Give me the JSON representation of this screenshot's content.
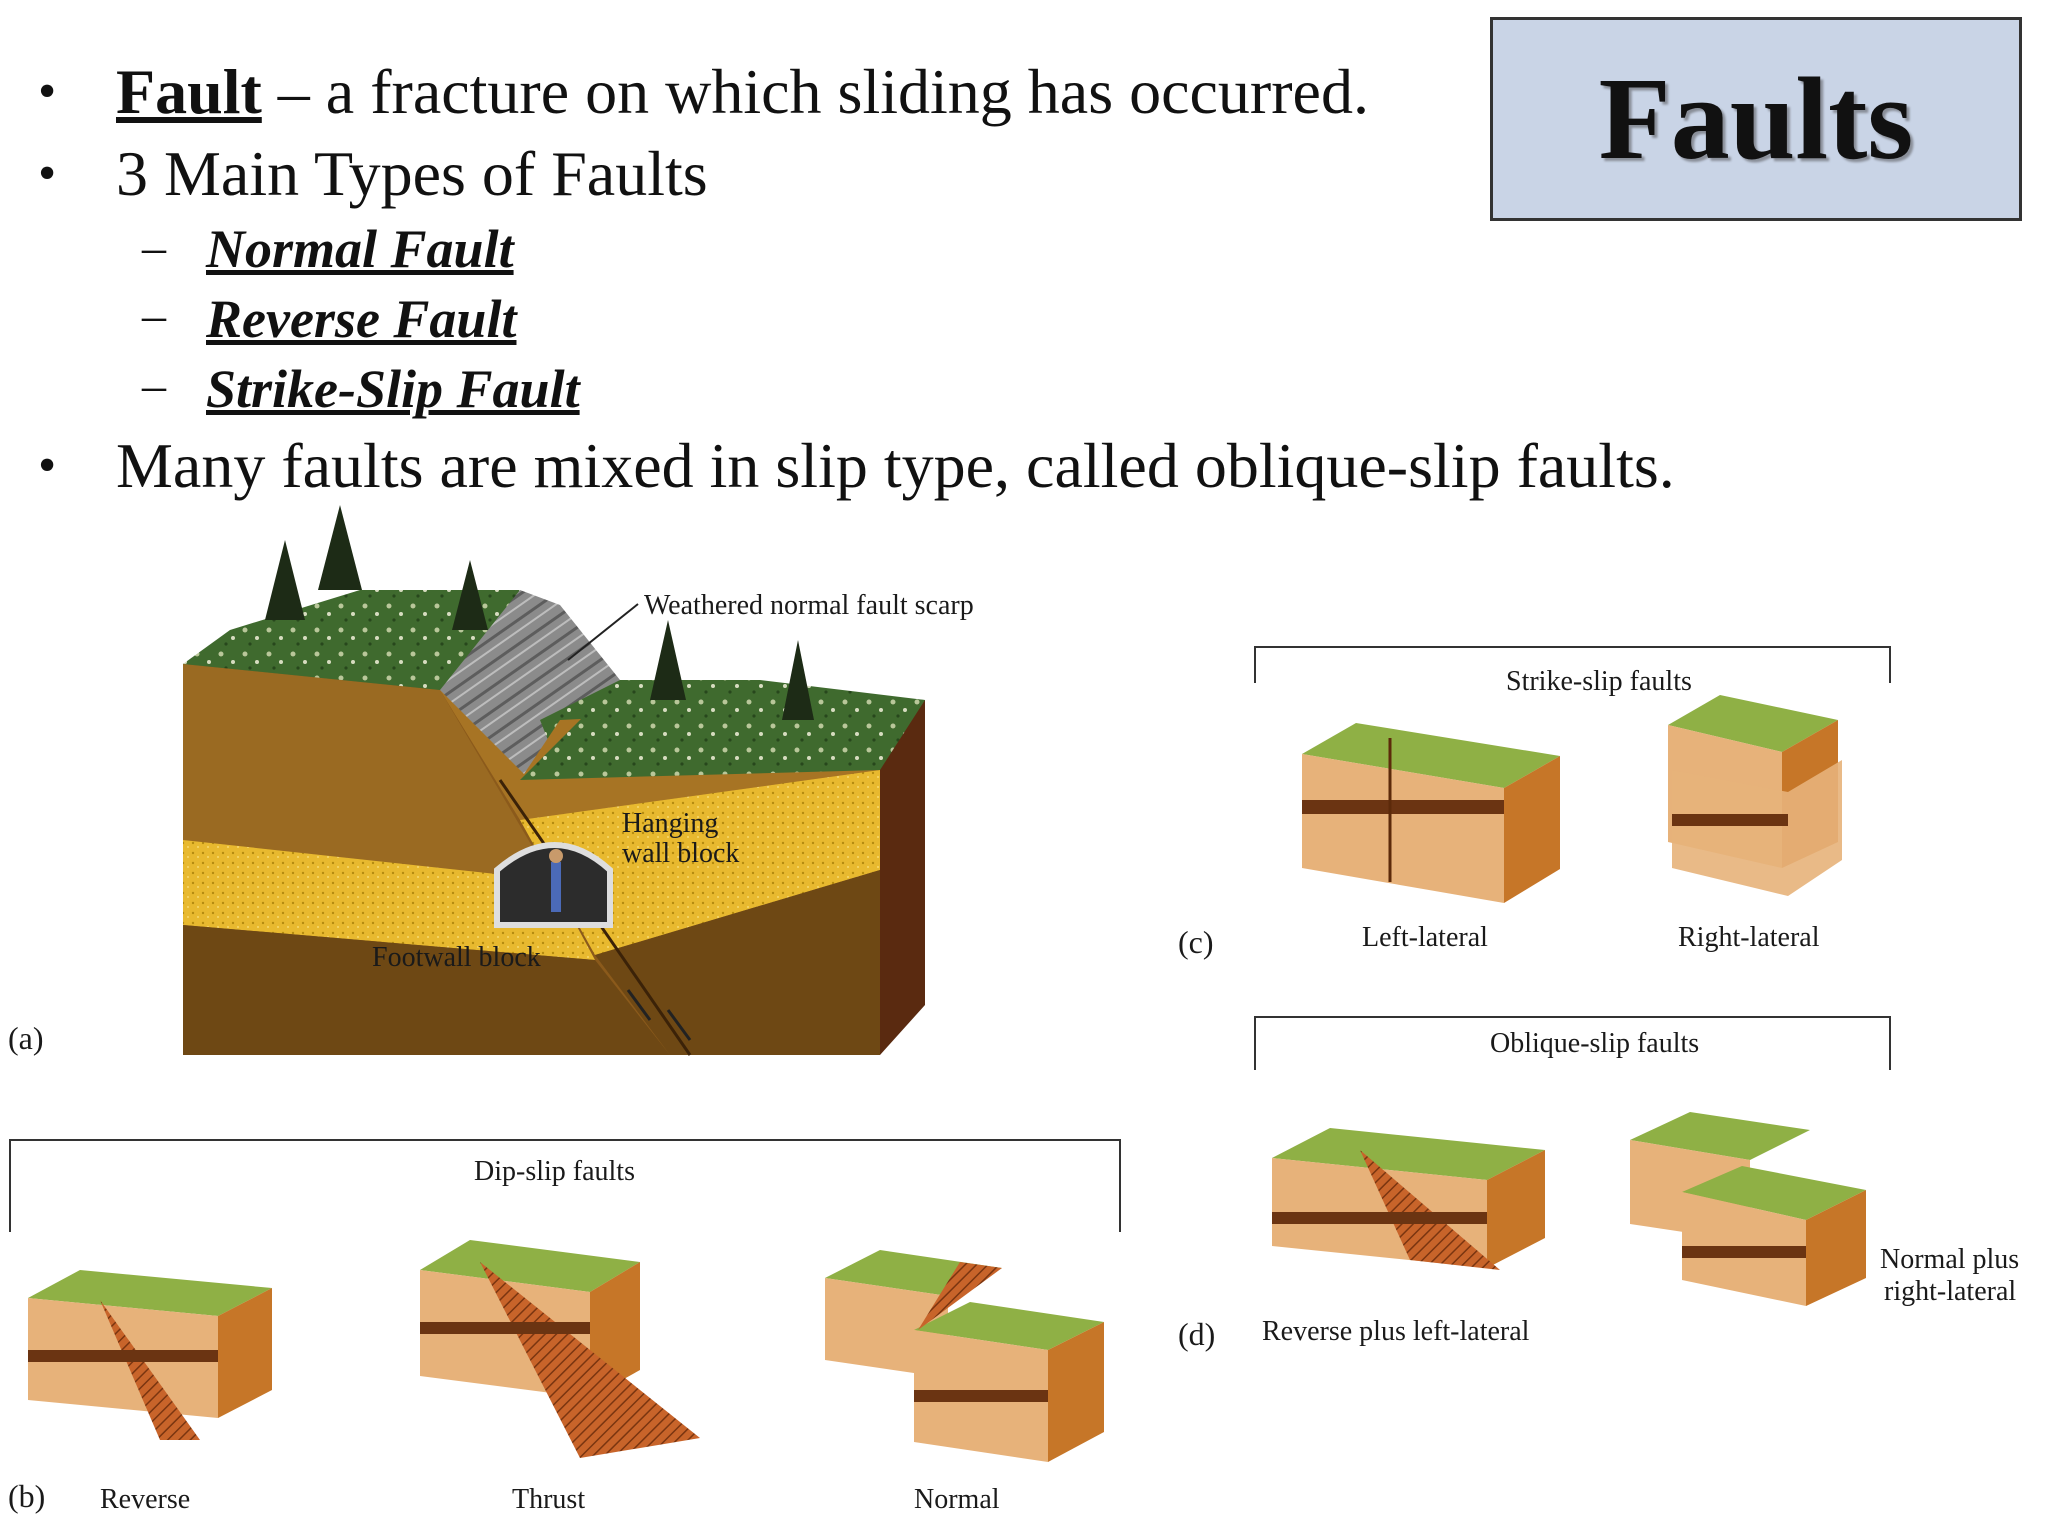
{
  "title": "Faults",
  "bullets": {
    "b1_term": "Fault",
    "b1_rest": " – a fracture on which sliding has occurred.",
    "b2": "3 Main Types of Faults",
    "sub": [
      "Normal Fault",
      "Reverse Fault",
      "Strike-Slip Fault"
    ],
    "b3": "Many faults are mixed in slip type, called oblique-slip faults."
  },
  "figure": {
    "panel_a": {
      "letter": "(a)",
      "scarp_label": "Weathered normal fault scarp",
      "hanging_label_1": "Hanging",
      "hanging_label_2": "wall block",
      "footwall_label": "Footwall block"
    },
    "panel_b": {
      "letter": "(b)",
      "group_title": "Dip-slip faults",
      "items": [
        "Reverse",
        "Thrust",
        "Normal"
      ]
    },
    "panel_c": {
      "letter": "(c)",
      "group_title": "Strike-slip faults",
      "items": [
        "Left-lateral",
        "Right-lateral"
      ]
    },
    "panel_d": {
      "letter": "(d)",
      "group_title": "Oblique-slip faults",
      "items": [
        "Reverse plus left-lateral",
        "Normal plus",
        "right-lateral"
      ]
    }
  }
}
